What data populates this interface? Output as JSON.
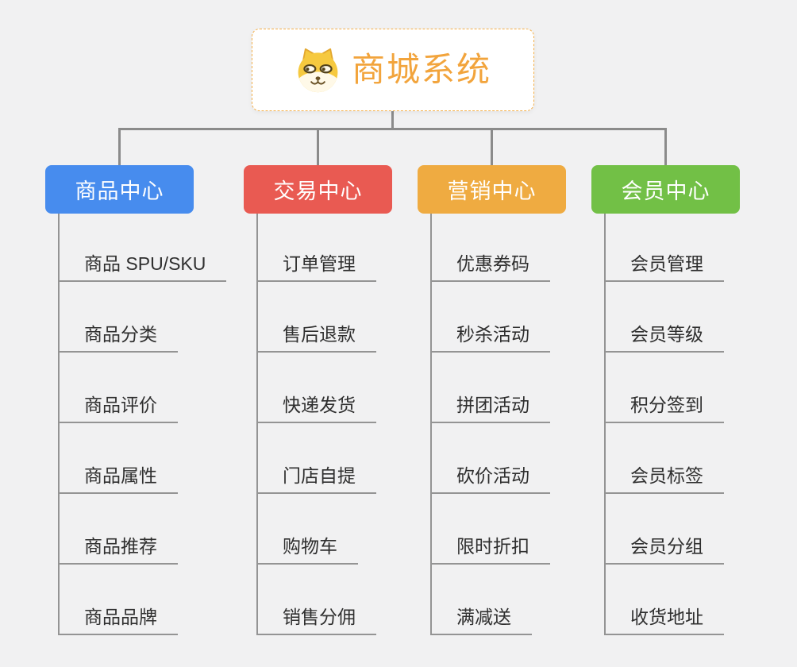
{
  "canvas": {
    "background": "#F1F1F2"
  },
  "connector": {
    "color": "#8B8B8B",
    "leaf_line_color": "#949494"
  },
  "root": {
    "title": "商城系统",
    "icon": "doge-face",
    "text_color": "#F2A43C",
    "border_color": "#F5B04A",
    "background": "#FFFFFF"
  },
  "branches": [
    {
      "label": "商品中心",
      "color": "#478CEE",
      "children": [
        "商品 SPU/SKU",
        "商品分类",
        "商品评价",
        "商品属性",
        "商品推荐",
        "商品品牌"
      ]
    },
    {
      "label": "交易中心",
      "color": "#E95A52",
      "children": [
        "订单管理",
        "售后退款",
        "快递发货",
        "门店自提",
        "购物车",
        "销售分佣"
      ]
    },
    {
      "label": "营销中心",
      "color": "#EFAB41",
      "children": [
        "优惠券码",
        "秒杀活动",
        "拼团活动",
        "砍价活动",
        "限时折扣",
        "满减送"
      ]
    },
    {
      "label": "会员中心",
      "color": "#72C046",
      "children": [
        "会员管理",
        "会员等级",
        "积分签到",
        "会员标签",
        "会员分组",
        "收货地址"
      ]
    }
  ]
}
